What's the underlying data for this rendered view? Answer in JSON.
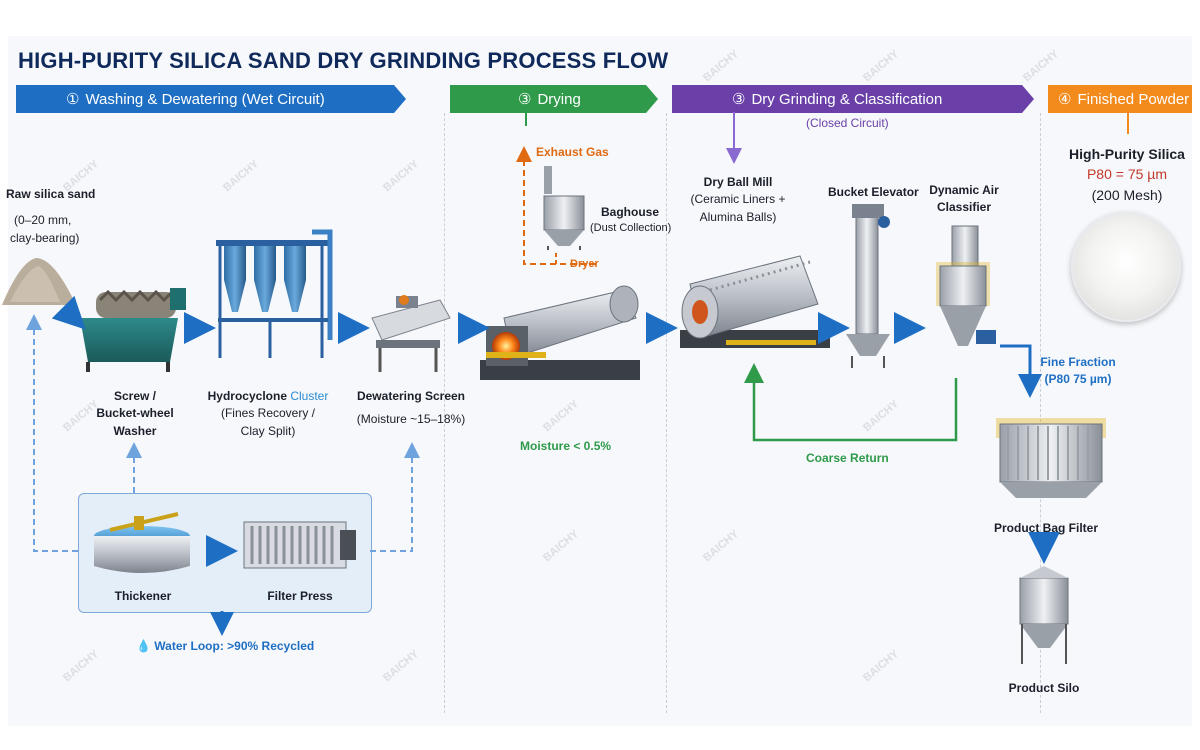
{
  "title": "HIGH-PURITY SILICA SAND DRY GRINDING PROCESS FLOW",
  "stages": [
    {
      "num": "①",
      "label": "Washing & Dewatering (Wet Circuit)",
      "color": "#1e6fc3"
    },
    {
      "num": "③",
      "label": "Drying",
      "color": "#2e9a4a"
    },
    {
      "num": "③",
      "label": "Dry Grinding & Classification",
      "color": "#6a40a8"
    },
    {
      "num": "④",
      "label": "Finished Powder",
      "color": "#f28a1c"
    }
  ],
  "closed_circuit_note": "(Closed Circuit)",
  "nodes": {
    "raw_sand": {
      "line1": "Raw silica sand",
      "line2": "(0–20 mm,",
      "line3": "clay-bearing)"
    },
    "washer": {
      "line1": "Screw /",
      "line2": "Bucket-wheel",
      "line3": "Washer"
    },
    "hydrocyclone": {
      "name": "Hydrocyclone",
      "name_highlight": "Cluster",
      "line2": "(Fines Recovery /",
      "line3": "Clay Split)"
    },
    "dewatering_screen": {
      "line1": "Dewatering Screen",
      "line2": "(Moisture ~15–18%)"
    },
    "thickener": {
      "label": "Thickener"
    },
    "filter_press": {
      "label": "Filter Press"
    },
    "water_loop": {
      "label": "Water Loop: >90% Recycled"
    },
    "exhaust": {
      "label": "Exhaust Gas"
    },
    "baghouse": {
      "line1": "Baghouse",
      "line2": "(Dust Collection)"
    },
    "dryer": {
      "label": "Dryer"
    },
    "moisture": {
      "label": "Moisture < 0.5%"
    },
    "ball_mill": {
      "line1": "Dry Ball Mill",
      "line2": "(Ceramic Liners +",
      "line3": "Alumina Balls)"
    },
    "bucket_elevator": {
      "label": "Bucket Elevator"
    },
    "air_classifier": {
      "line1": "Dynamic Air",
      "line2": "Classifier"
    },
    "coarse_return": {
      "label": "Coarse Return"
    },
    "fine_fraction": {
      "line1": "Fine Fraction",
      "line2": "(P80 75 µm)"
    },
    "product_bag_filter": {
      "label": "Product Bag Filter"
    },
    "product_silo": {
      "label": "Product Silo"
    },
    "finished": {
      "line1": "High-Purity Silica",
      "line2": "P80 = 75 µm",
      "line3": "(200 Mesh)"
    }
  },
  "watermark": "BAICHY",
  "colors": {
    "wash": "#1e6fc3",
    "dry": "#2e9a4a",
    "grind": "#6a40a8",
    "powder": "#f28a1c",
    "exhaust": "#e06a12"
  }
}
